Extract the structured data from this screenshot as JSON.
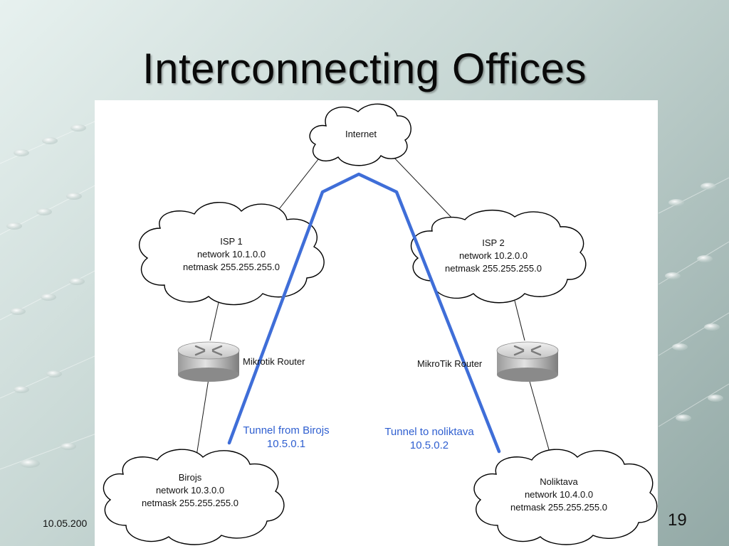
{
  "slide": {
    "title": "Interconnecting Offices",
    "footer_date": "10.05.200",
    "slide_number": "19"
  },
  "diagram": {
    "internet": {
      "label": "Internet"
    },
    "isp1": {
      "name": "ISP 1",
      "network": "network 10.1.0.0",
      "netmask": "netmask 255.255.255.0"
    },
    "isp2": {
      "name": "ISP 2",
      "network": "network 10.2.0.0",
      "netmask": "netmask 255.255.255.0"
    },
    "router_left": {
      "label": "Mikrotik Router"
    },
    "router_right": {
      "label": "MikroTik Router"
    },
    "birojs": {
      "name": "Birojs",
      "network": "network 10.3.0.0",
      "netmask": "netmask 255.255.255.0"
    },
    "noliktava": {
      "name": "Noliktava",
      "network": "network 10.4.0.0",
      "netmask": "netmask 255.255.255.0"
    },
    "tunnel_left": {
      "label": "Tunnel from Birojs",
      "address": "10.5.0.1"
    },
    "tunnel_right": {
      "label": "Tunnel to noliktava",
      "address": "10.5.0.2"
    }
  },
  "colors": {
    "tunnel": "#3f6ed8",
    "tunnel_text": "#2f5fd0"
  }
}
